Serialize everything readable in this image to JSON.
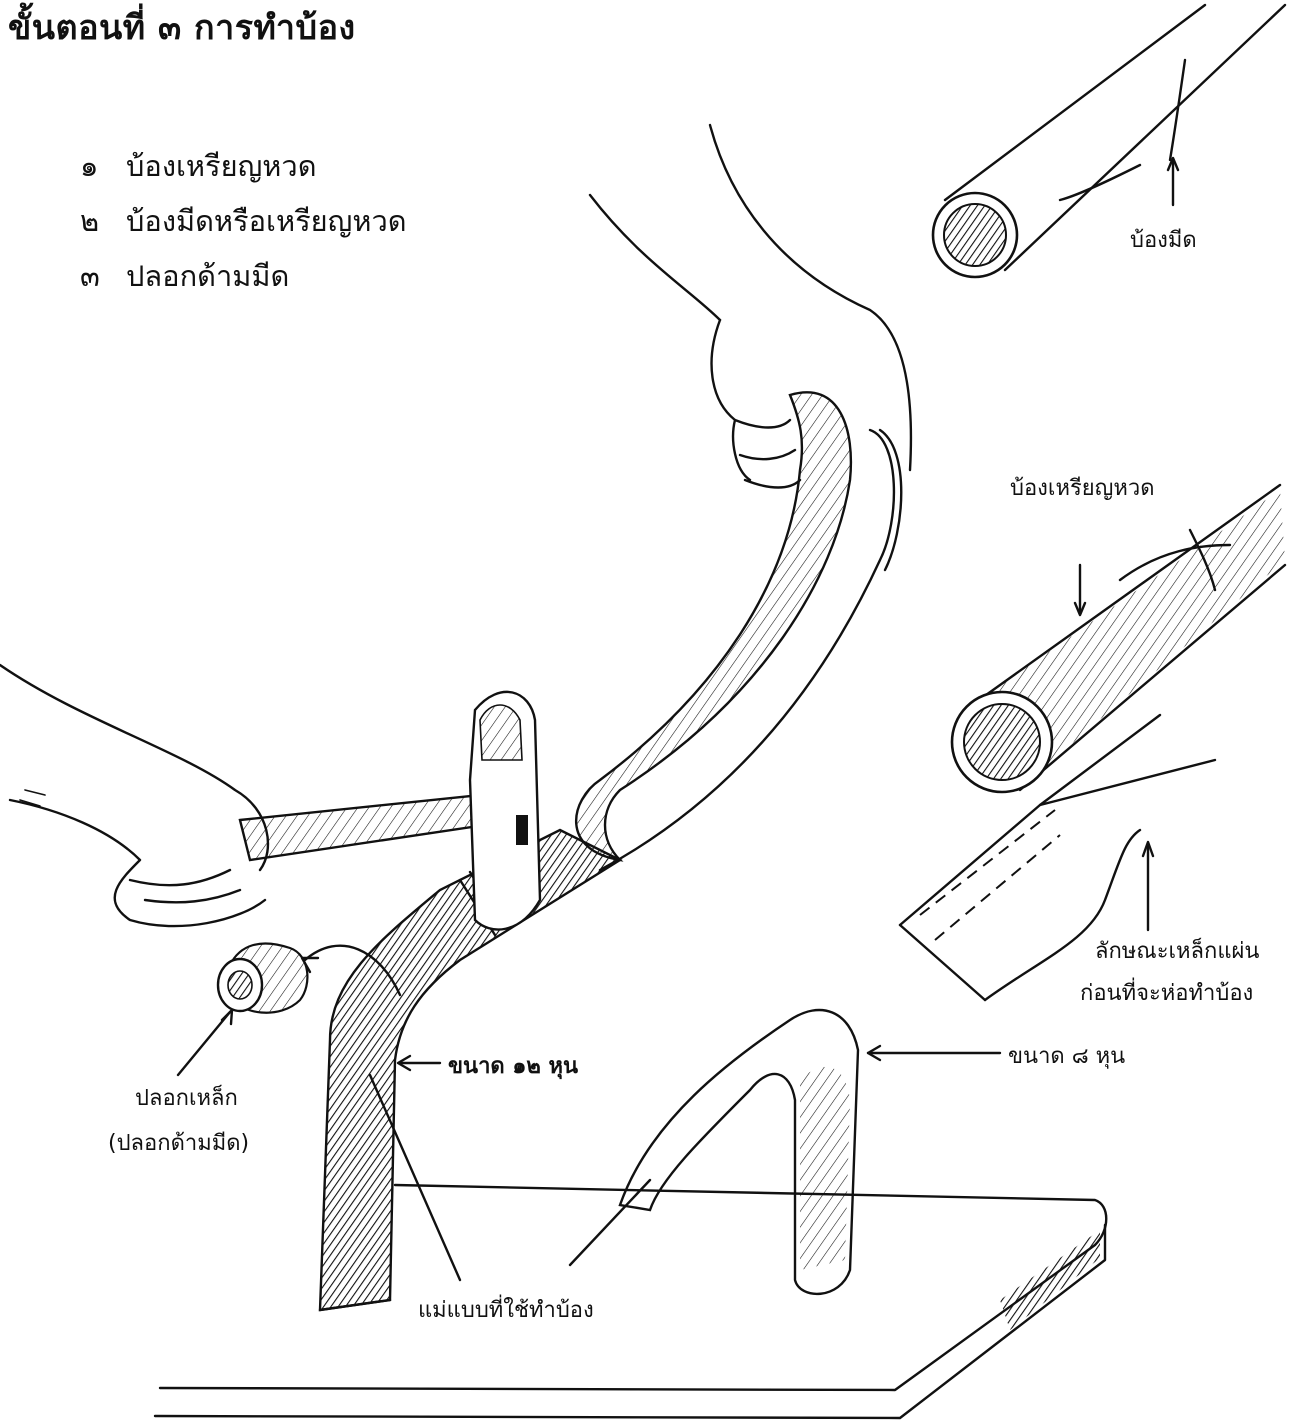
{
  "title": "ขั้นตอนที่ ๓ การทำบ้อง",
  "steps": [
    {
      "num": "๑",
      "text": "บ้องเหรียญหวด"
    },
    {
      "num": "๒",
      "text": "บ้องมีดหรือเหรียญหวด"
    },
    {
      "num": "๓",
      "text": "ปลอกด้ามมีด"
    }
  ],
  "labels": {
    "knife_socket": "บ้องมีด",
    "sickle_socket": "บ้องเหรียญหวด",
    "sheet_line1": "ลักษณะเหล็กแผ่น",
    "sheet_line2": "ก่อนที่จะห่อทำบ้อง",
    "ferrule_line1": "ปลอกเหล็ก",
    "ferrule_line2": "(ปลอกด้ามมีด)",
    "size_12": "ขนาด ๑๒ หุน",
    "size_8": "ขนาด ๘ หุน",
    "mold": "แม่แบบที่ใช้ทำบ้อง"
  }
}
